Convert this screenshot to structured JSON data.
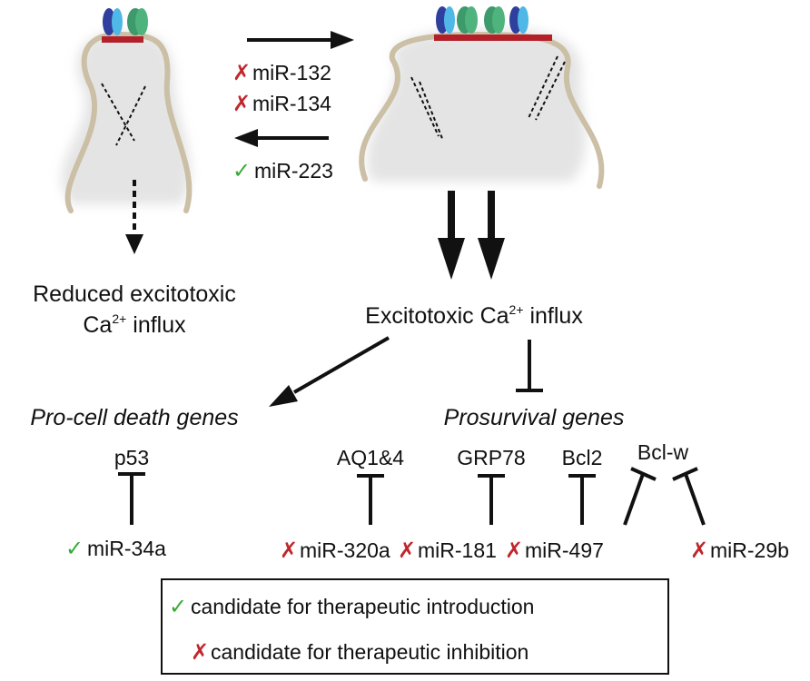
{
  "check_glyph": "✓",
  "cross_glyph": "✗",
  "colors": {
    "check": "#3aaa35",
    "cross": "#c0272d",
    "membrane": "#cbbfa5",
    "receptor_blue": "#2e3f9e",
    "receptor_cyan": "#4fb8e6",
    "receptor_green": "#3c9a6b",
    "anchor_red": "#b3202a"
  },
  "arrow_mirnas": {
    "forward": [
      "miR-132",
      "miR-134"
    ],
    "reverse": [
      "miR-223"
    ]
  },
  "left_outcome": {
    "line1": "Reduced excitotoxic",
    "ca_base": "Ca",
    "ca_sup": "2+",
    "suffix": " influx"
  },
  "right_outcome": {
    "prefix": "Excitotoxic Ca",
    "ca_sup": "2+",
    "suffix": " influx"
  },
  "gene_groups": {
    "pro_death": "Pro-cell death genes",
    "prosurvival": "Prosurvival genes"
  },
  "genes": {
    "p53": "p53",
    "aq": "AQ1&4",
    "grp": "GRP78",
    "bcl2": "Bcl2",
    "bclw": "Bcl-w"
  },
  "bottom_mirnas": {
    "mir34a": "miR-34a",
    "mir320a": "miR-320a",
    "mir181": "miR-181",
    "mir497": "miR-497",
    "mir29b": "miR-29b"
  },
  "legend": {
    "introduction": "candidate for therapeutic introduction",
    "inhibition": "candidate for therapeutic inhibition"
  }
}
